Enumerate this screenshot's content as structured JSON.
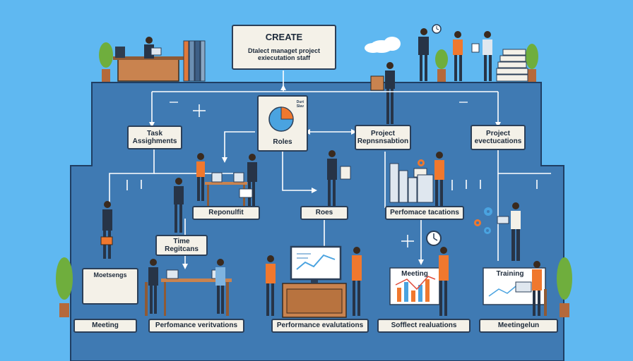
{
  "palette": {
    "sky": "#5fb8f1",
    "panel": "#3f7ab3",
    "panel_edge": "#1f3e63",
    "box_fill": "#f4f1e8",
    "accent_orange": "#f0782e",
    "line": "#ffffff"
  },
  "header": {
    "title": "CREATE",
    "subtitle_line1": "Dtalect managet project",
    "subtitle_line2": "exiecutation staff"
  },
  "nodes": {
    "task_assignments": "Task\nAssighments",
    "roles_chart_tag": "Durt\nSlav",
    "roles_top": "Roles",
    "project_responsibility": "Project\nRepnsnsabtion",
    "project_evaluations": "Project\nevectucations",
    "reponulfit": "Reponulfit",
    "roes": "Roes",
    "performance_tacations": "Perfomace tacations",
    "time_regitcans": "Time\nRegitcans",
    "meetings_board": "Moetsengs",
    "meeting_chart": "Meeting",
    "training": "Training"
  },
  "bottom_row": {
    "meeting": "Meeting",
    "performance_veritations": "Perfomance veritvations",
    "performance_evaluations": "Performance  evalutations",
    "sofflect_realuations": "Sofflect realuations",
    "meetingelun": "Meetingelun"
  },
  "icons": [
    "cloud-icon",
    "clock-icon",
    "pie-chart-icon",
    "gear-icon",
    "sparkle-icon",
    "line-chart-icon",
    "plant-icon",
    "laptop-icon",
    "document-icon"
  ]
}
